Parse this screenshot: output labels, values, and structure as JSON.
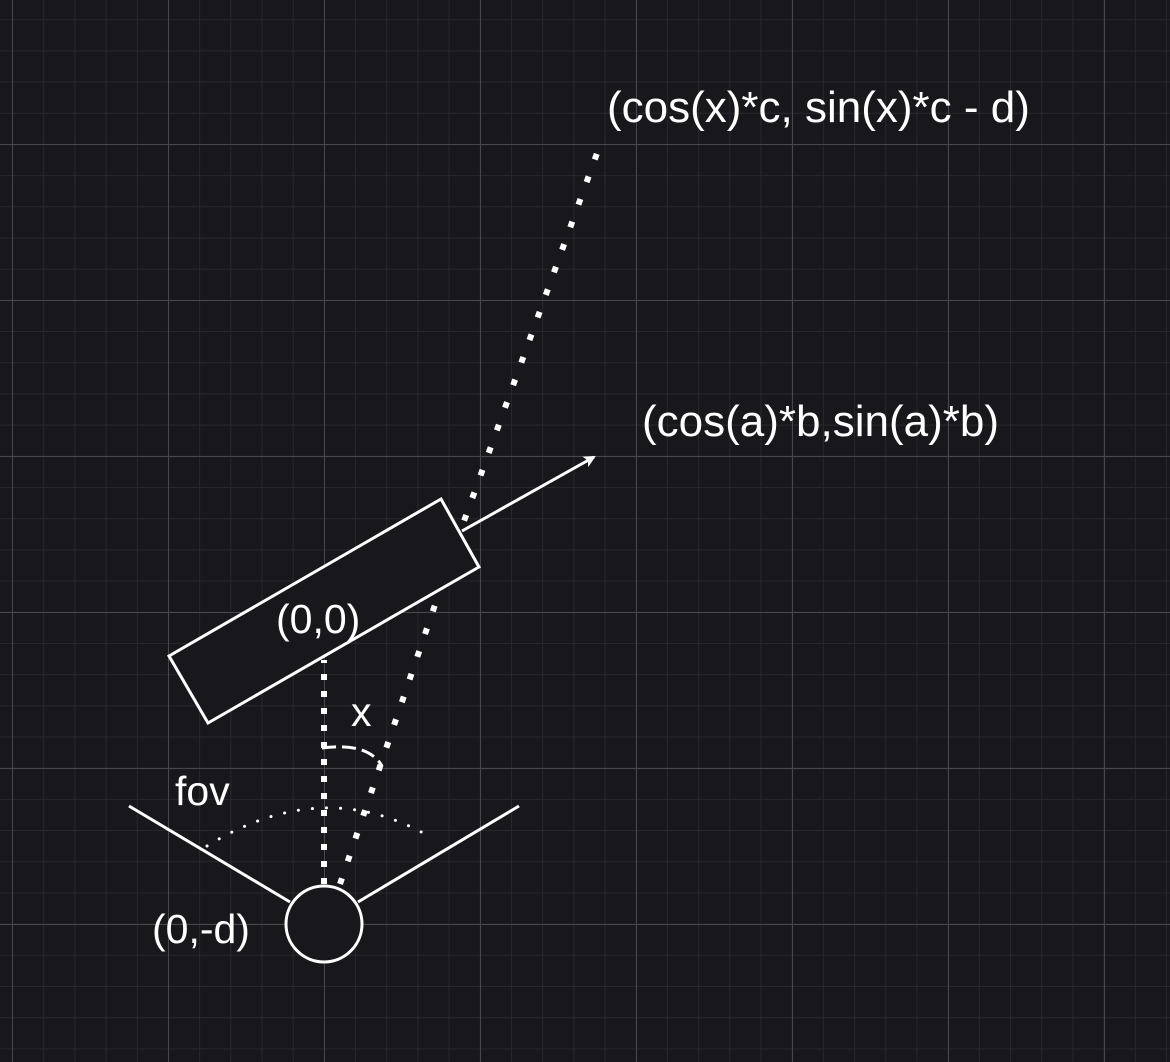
{
  "labels": {
    "far_point": "(cos(x)*c, sin(x)*c - d)",
    "dir_point": "(cos(a)*b,sin(a)*b)",
    "origin": "(0,0)",
    "camera": "(0,-d)",
    "angle": "x",
    "fov": "fov"
  },
  "colors": {
    "background": "#18171c",
    "stroke": "#ffffff",
    "grid_major": "#48474d",
    "grid_minor": "#28272d"
  }
}
